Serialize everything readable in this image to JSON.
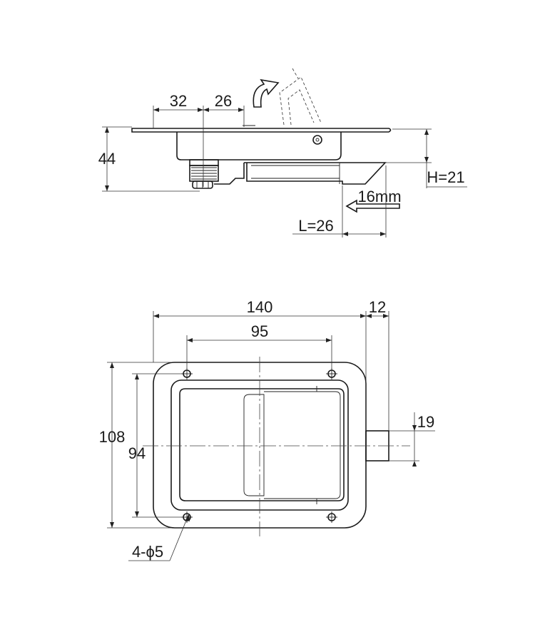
{
  "side_view": {
    "dim_32": "32",
    "dim_26": "26",
    "dim_44": "44",
    "dim_h": "H=21",
    "dim_travel": "16mm",
    "dim_l": "L=26"
  },
  "front_view": {
    "dim_140": "140",
    "dim_12": "12",
    "dim_95": "95",
    "dim_108": "108",
    "dim_94": "94",
    "dim_19": "19",
    "holes_label": "4-ϕ5"
  }
}
